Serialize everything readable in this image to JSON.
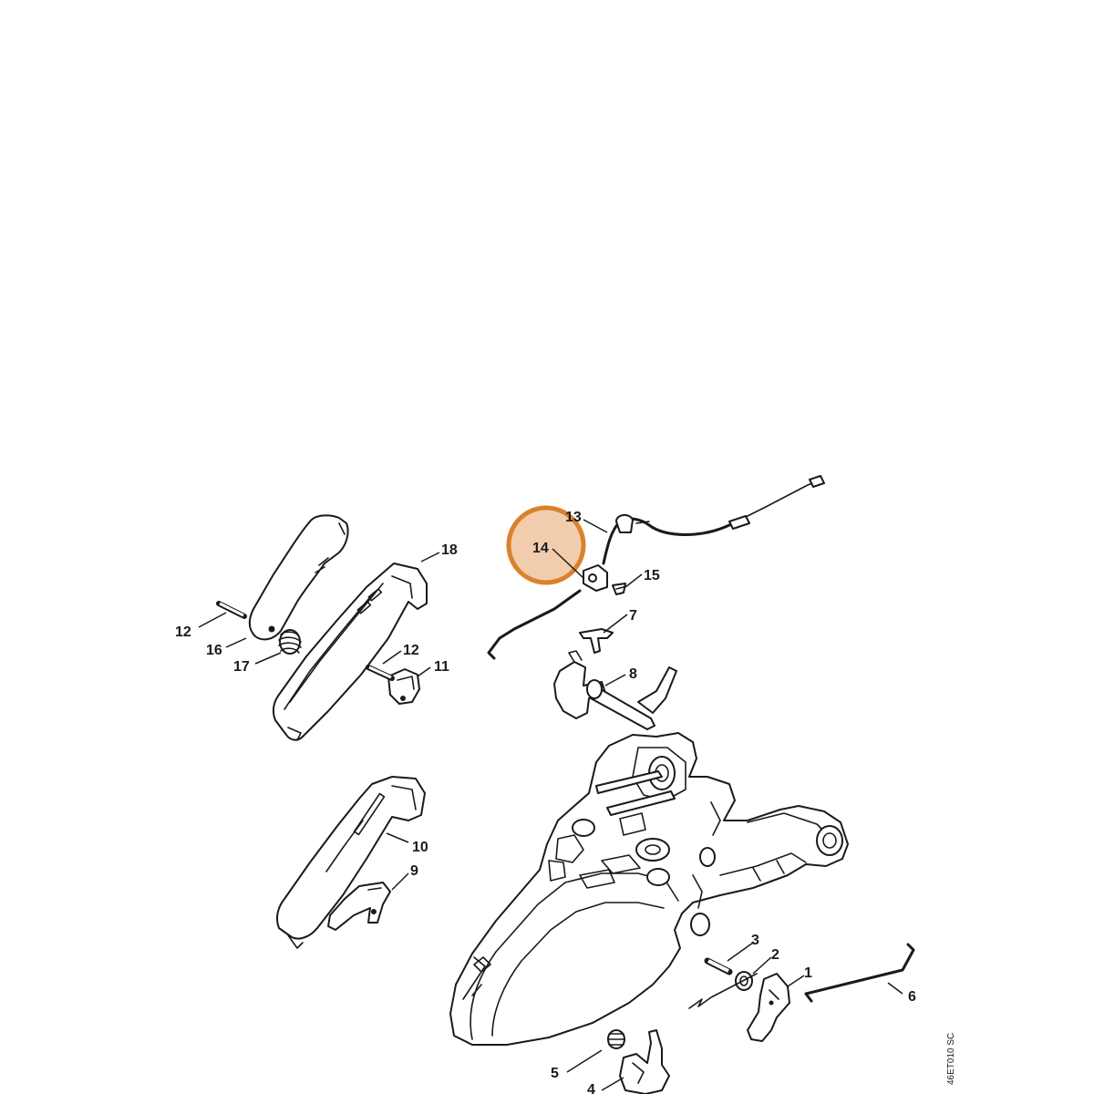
{
  "callouts": [
    {
      "id": "c1",
      "label": "1"
    },
    {
      "id": "c2",
      "label": "2"
    },
    {
      "id": "c3",
      "label": "3"
    },
    {
      "id": "c4",
      "label": "4"
    },
    {
      "id": "c5",
      "label": "5"
    },
    {
      "id": "c6",
      "label": "6"
    },
    {
      "id": "c7",
      "label": "7"
    },
    {
      "id": "c8",
      "label": "8"
    },
    {
      "id": "c9",
      "label": "9"
    },
    {
      "id": "c10",
      "label": "10"
    },
    {
      "id": "c11",
      "label": "11"
    },
    {
      "id": "c12a",
      "label": "12"
    },
    {
      "id": "c12b",
      "label": "12"
    },
    {
      "id": "c13",
      "label": "13"
    },
    {
      "id": "c14",
      "label": "14"
    },
    {
      "id": "c15",
      "label": "15"
    },
    {
      "id": "c16",
      "label": "16"
    },
    {
      "id": "c17",
      "label": "17"
    },
    {
      "id": "c18",
      "label": "18"
    }
  ],
  "highlight": {
    "label": "14",
    "color": "#d9822b",
    "fill": "#f0c8a4"
  },
  "drawing_code": "46ET010 SC"
}
